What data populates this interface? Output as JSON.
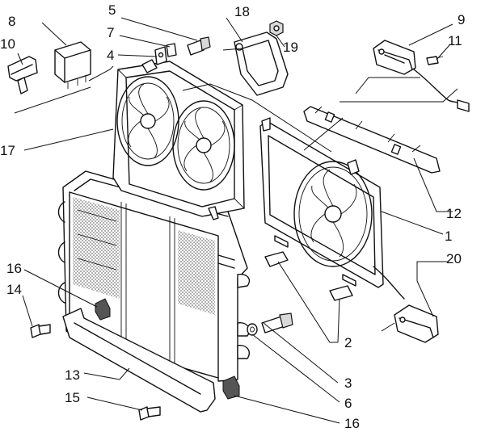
{
  "diagram": {
    "callouts": [
      "1",
      "2",
      "3",
      "4",
      "5",
      "6",
      "7",
      "8",
      "9",
      "10",
      "11",
      "12",
      "13",
      "14",
      "15",
      "16",
      "16",
      "17",
      "18",
      "19",
      "20"
    ]
  }
}
